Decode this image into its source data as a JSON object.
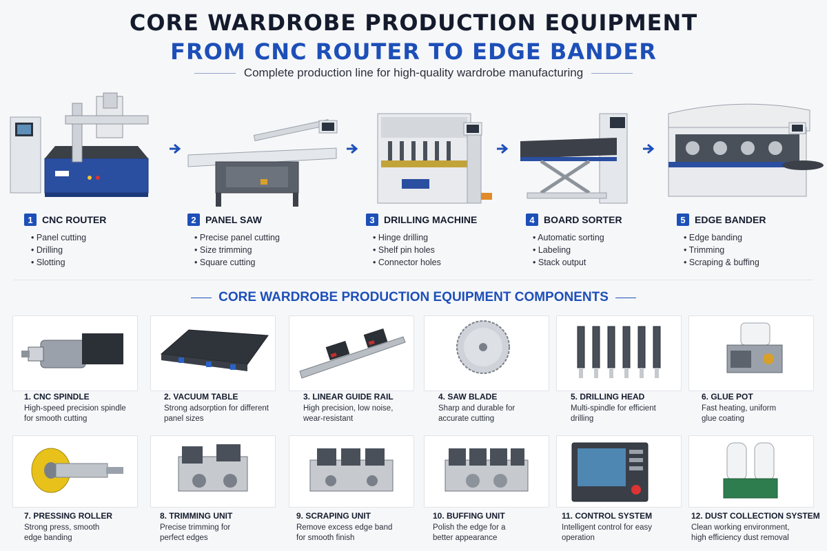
{
  "header": {
    "title_line1": "CORE WARDROBE PRODUCTION EQUIPMENT",
    "title_line2": "FROM CNC ROUTER TO EDGE BANDER",
    "subtitle": "Complete production line for high-quality wardrobe manufacturing"
  },
  "colors": {
    "accent": "#1d4fb8",
    "dark": "#141b2d",
    "machine_blue": "#2a4ea0",
    "machine_grey": "#d9dde3"
  },
  "steps": [
    {
      "num": "1",
      "title": "CNC ROUTER",
      "items": [
        "Panel cutting",
        "Drilling",
        "Slotting"
      ]
    },
    {
      "num": "2",
      "title": "PANEL SAW",
      "items": [
        "Precise panel cutting",
        "Size trimming",
        "Square cutting"
      ]
    },
    {
      "num": "3",
      "title": "DRILLING MACHINE",
      "items": [
        "Hinge drilling",
        "Shelf pin holes",
        "Connector holes"
      ]
    },
    {
      "num": "4",
      "title": "BOARD SORTER",
      "items": [
        "Automatic sorting",
        "Labeling",
        "Stack output"
      ]
    },
    {
      "num": "5",
      "title": "EDGE BANDER",
      "items": [
        "Edge banding",
        "Trimming",
        "Scraping & buffing"
      ]
    }
  ],
  "components_title": "CORE WARDROBE PRODUCTION EQUIPMENT COMPONENTS",
  "components": [
    {
      "label": "1. CNC SPINDLE",
      "desc1": "High-speed precision spindle",
      "desc2": "for smooth cutting",
      "icon": "spindle-icon"
    },
    {
      "label": "2. VACUUM TABLE",
      "desc1": "Strong adsorption for different",
      "desc2": "panel sizes",
      "icon": "vacuum-table-icon"
    },
    {
      "label": "3. LINEAR GUIDE RAIL",
      "desc1": "High precision, low noise,",
      "desc2": "wear-resistant",
      "icon": "guide-rail-icon"
    },
    {
      "label": "4. SAW BLADE",
      "desc1": "Sharp and durable for",
      "desc2": "accurate cutting",
      "icon": "saw-blade-icon"
    },
    {
      "label": "5. DRILLING HEAD",
      "desc1": "Multi-spindle for efficient",
      "desc2": "drilling",
      "icon": "drilling-head-icon"
    },
    {
      "label": "6. GLUE POT",
      "desc1": "Fast heating, uniform",
      "desc2": "glue coating",
      "icon": "glue-pot-icon"
    },
    {
      "label": "7. PRESSING ROLLER",
      "desc1": "Strong press, smooth",
      "desc2": "edge banding",
      "icon": "pressing-roller-icon"
    },
    {
      "label": "8. TRIMMING UNIT",
      "desc1": "Precise trimming for",
      "desc2": "perfect edges",
      "icon": "trimming-unit-icon"
    },
    {
      "label": "9. SCRAPING UNIT",
      "desc1": "Remove excess edge band",
      "desc2": "for smooth finish",
      "icon": "scraping-unit-icon"
    },
    {
      "label": "10. BUFFING UNIT",
      "desc1": "Polish the edge for a",
      "desc2": "better appearance",
      "icon": "buffing-unit-icon"
    },
    {
      "label": "11. CONTROL SYSTEM",
      "desc1": "Intelligent control for easy",
      "desc2": "operation",
      "icon": "control-system-icon"
    },
    {
      "label": "12. DUST COLLECTION SYSTEM",
      "desc1": "Clean working environment,",
      "desc2": "high efficiency dust removal",
      "icon": "dust-collector-icon"
    }
  ]
}
